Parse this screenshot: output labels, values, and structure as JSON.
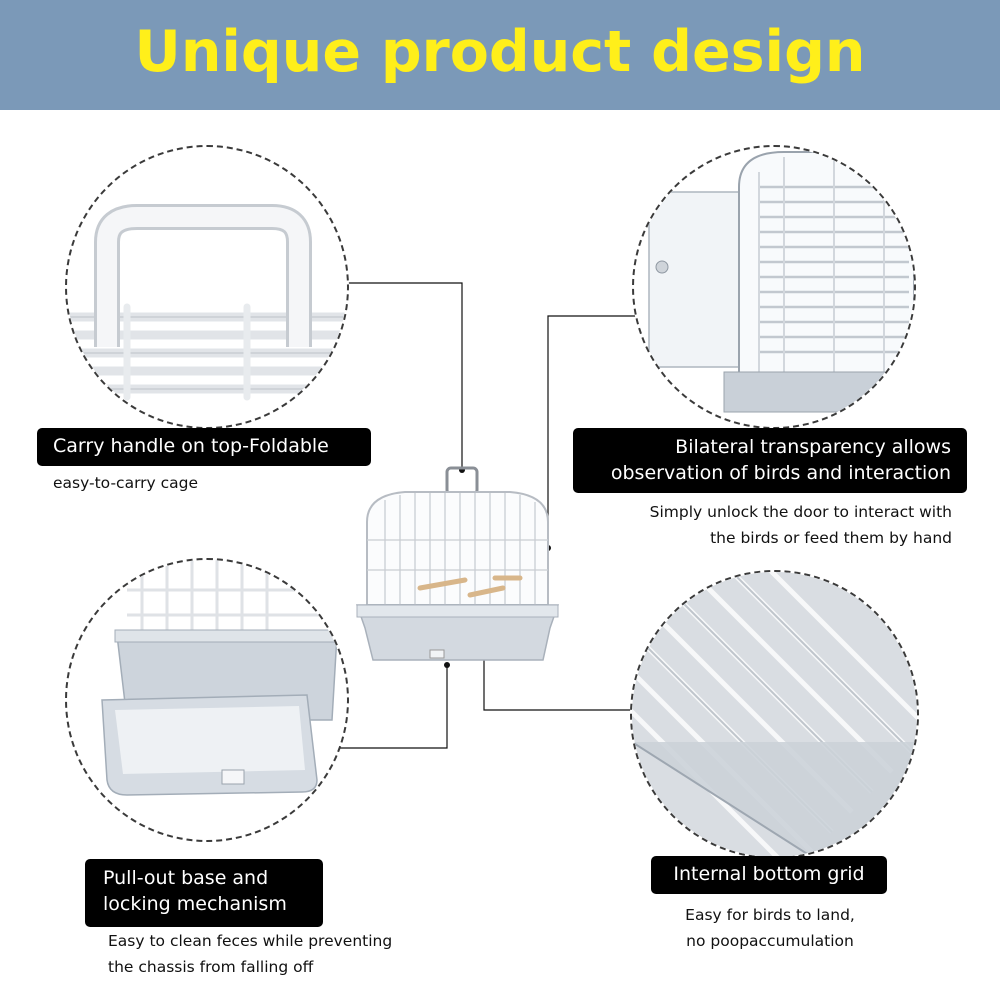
{
  "header": {
    "title": "Unique product design"
  },
  "features": [
    {
      "title": "Carry handle on top-Foldable",
      "desc": [
        "easy-to-carry cage"
      ]
    },
    {
      "title": [
        "Bilateral transparency allows",
        "observation of birds and interaction"
      ],
      "desc": [
        "Simply unlock the door to interact with",
        "the birds or feed them by hand"
      ]
    },
    {
      "title": [
        "Pull-out base and",
        "locking mechanism"
      ],
      "desc": [
        "Easy to clean feces while preventing",
        "the chassis from falling off"
      ]
    },
    {
      "title": "Internal bottom grid",
      "desc": [
        "Easy for birds to land,",
        "no poopaccumulation"
      ]
    }
  ],
  "colors": {
    "banner": "#7b99b8",
    "title": "#ffef1a",
    "label_bg": "#000000",
    "label_text": "#ffffff"
  }
}
